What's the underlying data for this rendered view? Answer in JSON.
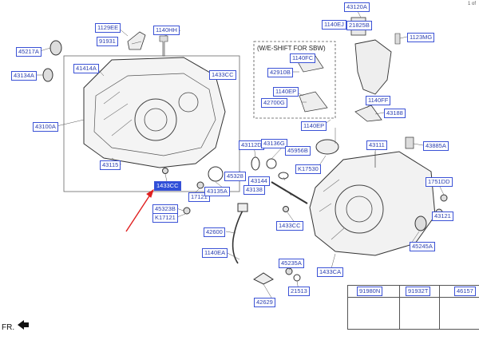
{
  "header": {
    "page_indicator": "1 of",
    "search_placeholder": ""
  },
  "diagram": {
    "inset_title": "(W/E-SHIFT FOR SBW)",
    "footer_label": "FR.",
    "selected_part": "1433CC",
    "labels": [
      {
        "id": "1129EE",
        "text": "1129EE"
      },
      {
        "id": "91931",
        "text": "91931"
      },
      {
        "id": "1140HH",
        "text": "1140HH"
      },
      {
        "id": "45217A",
        "text": "45217A"
      },
      {
        "id": "41414A",
        "text": "41414A"
      },
      {
        "id": "43134A",
        "text": "43134A"
      },
      {
        "id": "1433CC-top",
        "text": "1433CC"
      },
      {
        "id": "43100A",
        "text": "43100A"
      },
      {
        "id": "43115",
        "text": "43115"
      },
      {
        "id": "1433CC-sel",
        "text": "1433CC"
      },
      {
        "id": "17121",
        "text": "17121"
      },
      {
        "id": "43135A",
        "text": "43135A"
      },
      {
        "id": "45323B",
        "text": "45323B"
      },
      {
        "id": "K17121",
        "text": "K17121"
      },
      {
        "id": "42600",
        "text": "42600"
      },
      {
        "id": "1140EA",
        "text": "1140EA"
      },
      {
        "id": "42629",
        "text": "42629"
      },
      {
        "id": "43112D",
        "text": "43112D"
      },
      {
        "id": "43136G",
        "text": "43136G"
      },
      {
        "id": "45956B",
        "text": "45956B"
      },
      {
        "id": "45328",
        "text": "45328"
      },
      {
        "id": "43144",
        "text": "43144"
      },
      {
        "id": "43138",
        "text": "43138"
      },
      {
        "id": "K17530",
        "text": "K17530"
      },
      {
        "id": "1433CC-mid",
        "text": "1433CC"
      },
      {
        "id": "45235A",
        "text": "45235A"
      },
      {
        "id": "21513",
        "text": "21513"
      },
      {
        "id": "1433CA",
        "text": "1433CA"
      },
      {
        "id": "43120A",
        "text": "43120A"
      },
      {
        "id": "1140EJ",
        "text": "1140EJ"
      },
      {
        "id": "21825B",
        "text": "21825B"
      },
      {
        "id": "1123MG",
        "text": "1123MG"
      },
      {
        "id": "1140FC",
        "text": "1140FC"
      },
      {
        "id": "42910B",
        "text": "42910B"
      },
      {
        "id": "1140EP",
        "text": "1140EP"
      },
      {
        "id": "42700G",
        "text": "42700G"
      },
      {
        "id": "1140FF",
        "text": "1140FF"
      },
      {
        "id": "43188",
        "text": "43188"
      },
      {
        "id": "1140EP-b",
        "text": "1140EP"
      },
      {
        "id": "43111",
        "text": "43111"
      },
      {
        "id": "43885A",
        "text": "43885A"
      },
      {
        "id": "1751DD",
        "text": "1751DD"
      },
      {
        "id": "43121",
        "text": "43121"
      },
      {
        "id": "45245A",
        "text": "45245A"
      },
      {
        "id": "91980N",
        "text": "91980N"
      },
      {
        "id": "91932T",
        "text": "91932T"
      },
      {
        "id": "46157",
        "text": "46157"
      }
    ]
  },
  "colors": {
    "label_border": "#3b52d6",
    "label_text": "#2b3fb0",
    "highlight": "#2f4fd8",
    "arrow": "#e02020",
    "line": "#444444"
  }
}
